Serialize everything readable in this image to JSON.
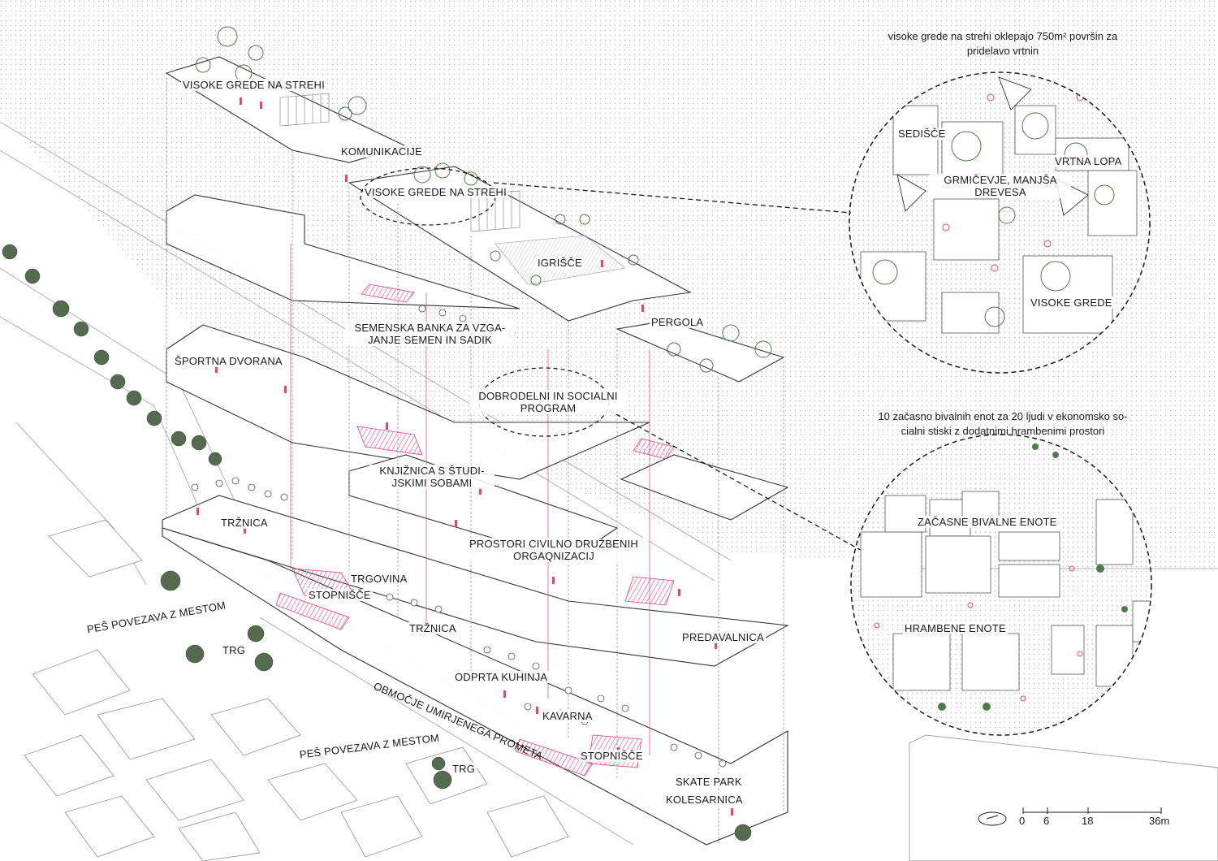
{
  "colors": {
    "accent_pink": "#e8417d",
    "pink_fill": "#f6b8cf",
    "plant_green": "#4f7a4a",
    "line": "#444444",
    "hatch": "#d8d8d8"
  },
  "callouts": {
    "roof_note": "visoke grede na strehi oklepajo  750m² površin za\npridelavo vrtnin",
    "housing_note": "10 začasno bivalnih enot za 20 ljudi v ekonomsko so-\ncialni stiski z dodatnimi hrambenimi prostori"
  },
  "detail_top": {
    "sedisce": "SEDIŠČE",
    "vrtna_lopa": "VRTNA LOPA",
    "grmicevje": "GRMIČEVJE, MANJŠA\nDREVESA",
    "visoke_grede": "VISOKE GREDE"
  },
  "detail_bottom": {
    "zacasne": "ZAČASNE BIVALNE ENOTE",
    "hrambene": "HRAMBENE ENOTE"
  },
  "labels": {
    "visoke_grede_1": "VISOKE GREDE NA STREHI",
    "komunikacije": "KOMUNIKACIJE",
    "visoke_grede_2": "VISOKE GREDE NA STREHI",
    "igrisce": "IGRIŠČE",
    "pergola": "PERGOLA",
    "semenska": "SEMENSKA BANKA ZA VZGA-\nJANJE SEMEN IN SADIK",
    "sportna": "ŠPORTNA DVORANA",
    "dobrodelni": "DOBRODELNI IN SOCIALNI\nPROGRAM",
    "knjiznica": "KNJIŽNICA S ŠTUDI-\nJSKIMI SOBAMI",
    "trznica_1": "TRŽNICA",
    "prostori": "PROSTORI CIVILNO DRUŽBENIH\nORGAQNIZACIJ",
    "trgovina": "TRGOVINA",
    "stopnisce_1": "STOPNIŠČE",
    "trznica_2": "TRŽNICA",
    "predavalnica": "PREDAVALNICA",
    "pes_1": "PEŠ POVEZAVA Z MESTOM",
    "trg_1": "TRG",
    "odprta": "ODPRTA KUHINJA",
    "kavarna": "KAVARNA",
    "obmocje": "OBMOČJE UMIRJENEGA PROMETA",
    "stopnisce_2": "STOPNIŠČE",
    "pes_2": "PEŠ POVEZAVA Z MESTOM",
    "trg_2": "TRG",
    "skate": "SKATE PARK",
    "kolesarnica": "KOLESARNICA"
  },
  "scale_bar": {
    "ticks": [
      "0",
      "6",
      "18",
      "36m"
    ],
    "icon": "north-arrow-icon"
  }
}
